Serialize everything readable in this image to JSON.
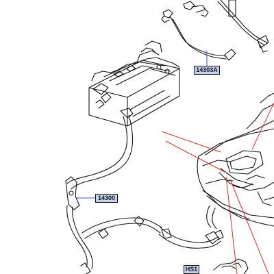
{
  "callouts": {
    "harness_top": "14303A",
    "battery_cable": "14300",
    "detail": "HS1"
  },
  "colors": {
    "line": "#111111",
    "leader_red": "#d42a2a",
    "leader_blue": "#3a55c6",
    "callout_fill": "#c7d3ee"
  }
}
